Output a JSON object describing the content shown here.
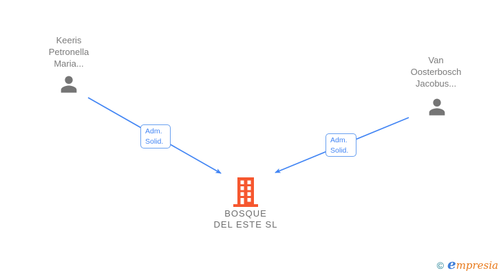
{
  "colors": {
    "edge_blue": "#4285F4",
    "label_border_blue": "#69A0F0",
    "person_gray": "#757575",
    "name_text_gray": "#7B7B7B",
    "company_text_gray": "#6E6E6E",
    "building_orange": "#F6572F",
    "logo_copyright_teal": "#1E7F93",
    "logo_e_blue": "#3F7ED8",
    "logo_rest_orange": "#E87A1C"
  },
  "diagram": {
    "nodes": {
      "person_left": {
        "label": "Keeris\nPetronella\nMaria...",
        "icon": "person-icon"
      },
      "person_right": {
        "label": "Van\nOosterbosch\nJacobus...",
        "icon": "person-icon"
      },
      "company": {
        "label": "BOSQUE\nDEL ESTE  SL",
        "icon": "building-icon"
      }
    },
    "edges": [
      {
        "from": "Keeris Petronella Maria...",
        "to": "BOSQUE DEL ESTE SL",
        "label": "Adm. Solid."
      },
      {
        "from": "Van Oosterbosch Jacobus...",
        "to": "BOSQUE DEL ESTE SL",
        "label": "Adm. Solid."
      }
    ]
  },
  "footer": {
    "copyright_symbol": "©",
    "brand_first_letter": "e",
    "brand_rest": "mpresia"
  }
}
